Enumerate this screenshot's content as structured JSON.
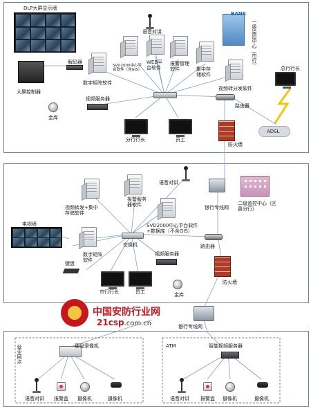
{
  "colors": {
    "panel_border": "#6f7f95",
    "link_line": "#7da0c8",
    "watermark_red": "#c8161d",
    "firewall": "#b33a22"
  },
  "level1": {
    "dlp_wall": "DLP大屏显示墙",
    "decoder": "解码器",
    "big_screen_controller": "大屏控制器",
    "vault": "金库",
    "voice_intercom": "语音对讲",
    "svd_platform": "SVD2000中心平台软件（含GIS）",
    "web_platform": "WEB平台软件",
    "alarm_mgmt": "报警管理软件",
    "central_storage": "集中存储软件",
    "matrix_software": "数字矩阵软件",
    "video_server": "视频服务器",
    "forward_software": "视频转分发软件",
    "bank_sign": "BANK",
    "center_label": "一级监控中心（市行）",
    "router": "路由器",
    "firewall": "防火墙",
    "general_branch": "总行行长",
    "adsl": "ADSL",
    "branch_president": "分行行长",
    "staff": "员工"
  },
  "level2": {
    "voice_intercom": "语音对讲",
    "alarm_server": "报警服务器软件",
    "forward_storage": "视频转发+集中存储软件",
    "tv_wall": "电视墙",
    "svd_platform": "SVD2000中心平台软件+数据库（不含GIS）",
    "bank_network": "银行专线网",
    "secondary_center": "二级监控中心（区县分行）",
    "matrix_software": "数字矩阵软件",
    "switch": "交换机",
    "router": "路由器",
    "keyboard": "键盘",
    "video_server": "视频服务器",
    "city_president": "市行行长",
    "staff": "员工",
    "vault": "金库",
    "firewall": "防火墙"
  },
  "middle": {
    "bank_network": "银行专线网"
  },
  "outlets": {
    "left_name": "营业网点",
    "atm": "ATM",
    "dvr": "硬盘录像机",
    "smart_server": "智能视频服务器",
    "voice_intercom": "语音对讲",
    "alarm_box": "报警盒",
    "camera": "摄像机"
  },
  "watermark": {
    "title": "中国安防行业网",
    "url_red": "21csp",
    "url_rest": ".com.cn"
  }
}
